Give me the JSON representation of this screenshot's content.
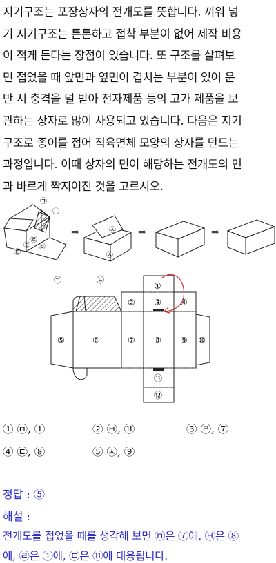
{
  "question": {
    "lines": [
      "지기구조는 포장상자의 전개도를 뜻합니다. 끼워 넣",
      "기 지기구조는 튼튼하고 접착 부분이 없어 제작 비용",
      "이 적게 든다는 장점이 있습니다. 또 구조를 살펴보",
      "면 접었을 때 앞면과 옆면이 겹치는 부분이 있어 운",
      "반 시 충격을 덜 받아 전자제품 등의 고가 제품을 보",
      "관하는 상자로 많이 사용되고 있습니다. 다음은 지기",
      "구조로 종이를 접어 직육면체 모양의 상자를 만드는",
      "과정입니다. 이때 상자의 면이 해당하는 전개도의 면",
      "과 바르게 짝지어진 것을 고르시오."
    ]
  },
  "figure_top": {
    "labels": {
      "a": "㉠",
      "b": "㉡",
      "c": "㉢",
      "d": "㉣",
      "e": "㉤",
      "f": "㉥",
      "g": "㉦"
    },
    "arrow": "➡"
  },
  "net": {
    "top_labels": {
      "a": "㉠",
      "b": "㉡"
    },
    "faces": [
      "①",
      "②",
      "③",
      "④",
      "⑤",
      "⑥",
      "⑦",
      "⑧",
      "⑨",
      "⑩",
      "⑪",
      "⑫"
    ]
  },
  "choices": [
    {
      "num": "①",
      "text": "㉤, ①"
    },
    {
      "num": "②",
      "text": "㉥, ⑪"
    },
    {
      "num": "③",
      "text": "㉣, ⑦"
    },
    {
      "num": "④",
      "text": "㉢, ⑧"
    },
    {
      "num": "⑤",
      "text": "㉦, ⑨"
    }
  ],
  "answer": {
    "label": "정답 : ⑤",
    "explain_label": "해설 :",
    "explain_lines": [
      "전개도를 접었을 때를 생각해 보면 ㉤은 ⑦에, ㉥은 ⑧",
      "에, ㉣은 ①에, ㉢은 ⑪에 대응됩니다."
    ]
  },
  "colors": {
    "answer": "#2d2dc8",
    "fold_arrow": "#d42a2a"
  }
}
